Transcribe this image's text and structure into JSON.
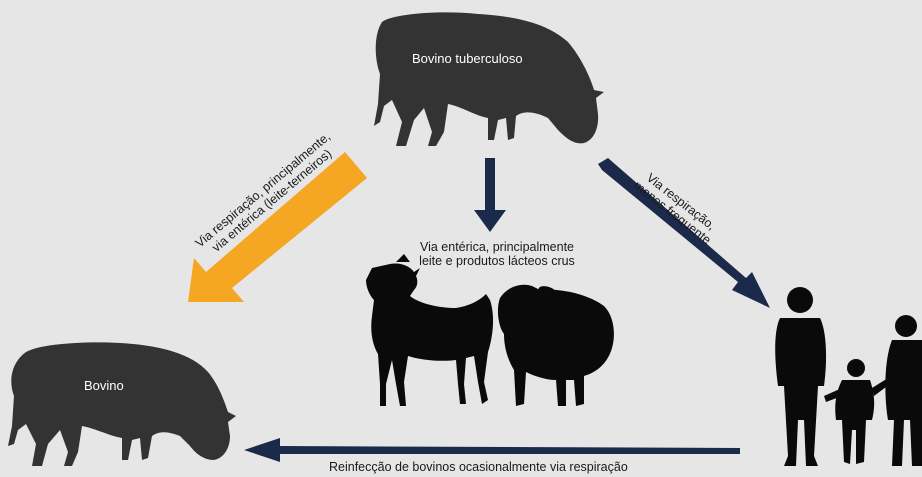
{
  "nodes": {
    "tuberculous_cattle": "Bovino tuberculoso",
    "cattle": "Bovino"
  },
  "edges": {
    "cattle_to_cattle": {
      "line1": "Via respiração, principalmente,",
      "line2": "via entérica (leite-terneiros)"
    },
    "cattle_to_goats_sheep": {
      "line1": "Via entérica, principalmente",
      "line2": "leite e produtos lácteos crus"
    },
    "cattle_to_humans": {
      "line1": "Via respiração,",
      "line2": "menos frequente"
    },
    "humans_to_cattle": "Reinfecção de bovinos ocasionalmente via respiração"
  },
  "colors": {
    "background": "#e6e6e6",
    "cattle_silhouette": "#333333",
    "animal_silhouette": "#0a0a0a",
    "orange_arrow": "#f5a623",
    "navy_arrow": "#1b2a4a"
  }
}
